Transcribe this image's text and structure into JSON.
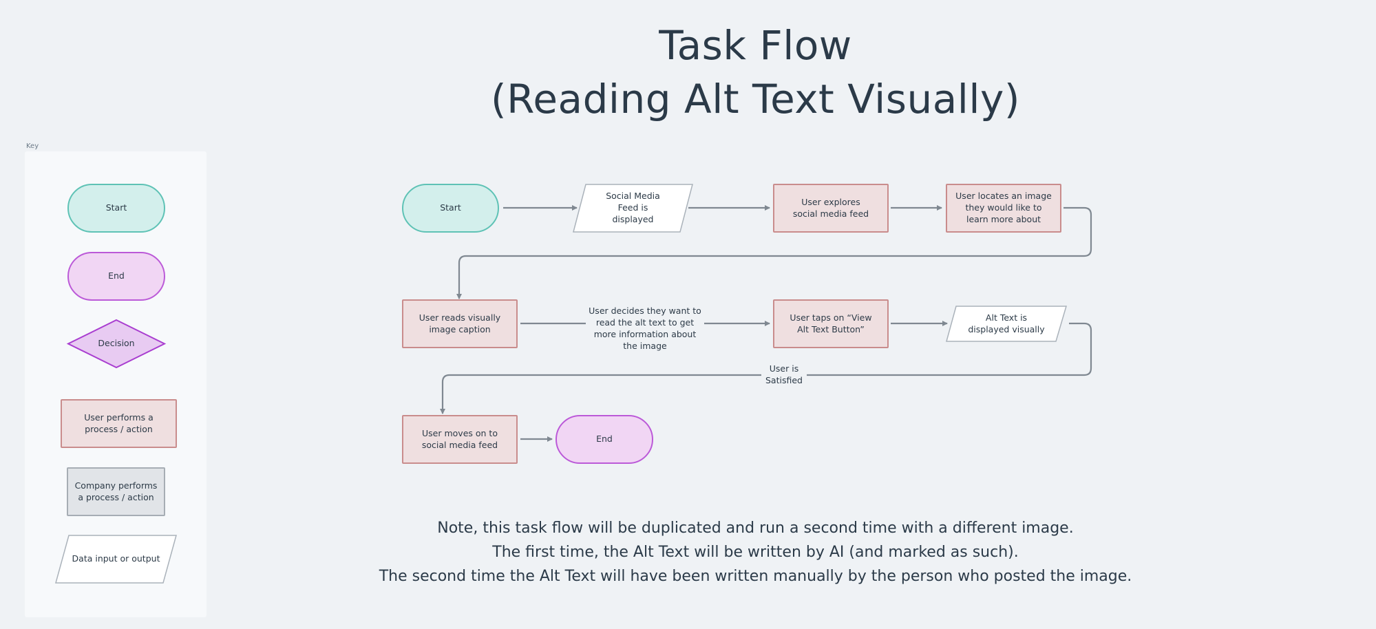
{
  "title": {
    "line1": "Task Flow",
    "line2": "(Reading Alt Text Visually)"
  },
  "key": {
    "label": "Key",
    "start": "Start",
    "end": "End",
    "decision": "Decision",
    "user_process": "User performs a process / action",
    "company_process": "Company performs a process / action",
    "data_io": "Data input or output"
  },
  "flow": {
    "start": "Start",
    "feed_displayed": "Social Media Feed is displayed",
    "explores_feed": "User explores social media feed",
    "locates_image": "User locates an image they would like to learn more about",
    "reads_caption": "User reads visually image caption",
    "decides_label": "User decides they want to read the alt text to get more information about the image",
    "taps_button": "User taps on “View Alt Text Button”",
    "alt_displayed": "Alt Text is displayed visually",
    "satisfied_label": "User is Satisfied",
    "moves_on": "User moves on to social media feed",
    "end": "End"
  },
  "note": {
    "line1": "Note, this task flow will be duplicated and run a second time with a different image.",
    "line2": "The first time, the Alt Text will be written by AI (and marked as such).",
    "line3": "The second time the Alt Text will have been written manually by the person who posted the image."
  },
  "colors": {
    "start_fill": "#d3efec",
    "start_border": "#5ec2b5",
    "end_fill": "#f1d6f4",
    "end_border": "#bb59d8",
    "process_fill": "#efdfe0",
    "process_border": "#c98c8c",
    "company_fill": "#e1e4e8",
    "company_border": "#a6adb4",
    "connector": "#7f8891"
  }
}
